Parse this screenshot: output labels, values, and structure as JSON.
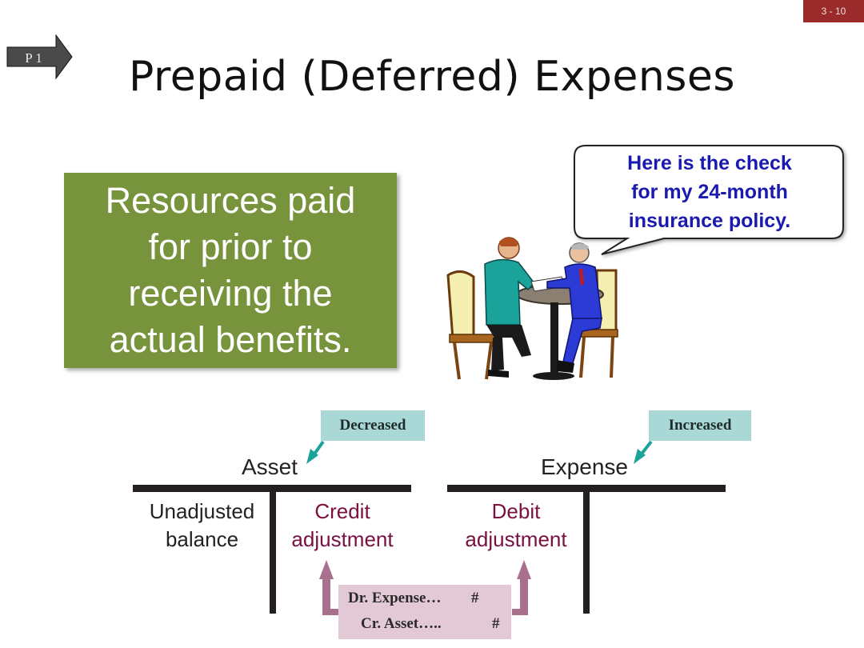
{
  "slide": {
    "number": "3 - 10",
    "objective_tag": "P 1",
    "title": "Prepaid (Deferred) Expenses"
  },
  "definition": {
    "text": "Resources paid for prior to receiving the actual benefits."
  },
  "speech_bubble": {
    "line1": "Here is the check",
    "line2": "for my 24-month",
    "line3": "insurance policy."
  },
  "tags": {
    "decreased": "Decreased",
    "increased": "Increased"
  },
  "asset_account": {
    "title": "Asset",
    "left_line1": "Unadjusted",
    "left_line2": "balance",
    "right_line1": "Credit",
    "right_line2": "adjustment"
  },
  "expense_account": {
    "title": "Expense",
    "left_line1": "Debit",
    "left_line2": "adjustment"
  },
  "journal_entry": {
    "debit_line": "Dr. Expense…",
    "debit_amount": "#",
    "credit_line": "Cr. Asset…..",
    "credit_amount": "#"
  },
  "colors": {
    "slide_number_bg": "#9b2b2b",
    "definition_bg": "#77933c",
    "tag_bg": "#a9d8d6",
    "adjustment_text": "#7a1040",
    "bubble_text": "#1a1ab0",
    "journal_bg": "#e3c8d6",
    "arrow": "#a8708c"
  },
  "icons": {
    "objective_arrow": "right-arrow-icon",
    "pointer": "teal-arrow-icon",
    "illustration": "business-meeting-illustration"
  }
}
